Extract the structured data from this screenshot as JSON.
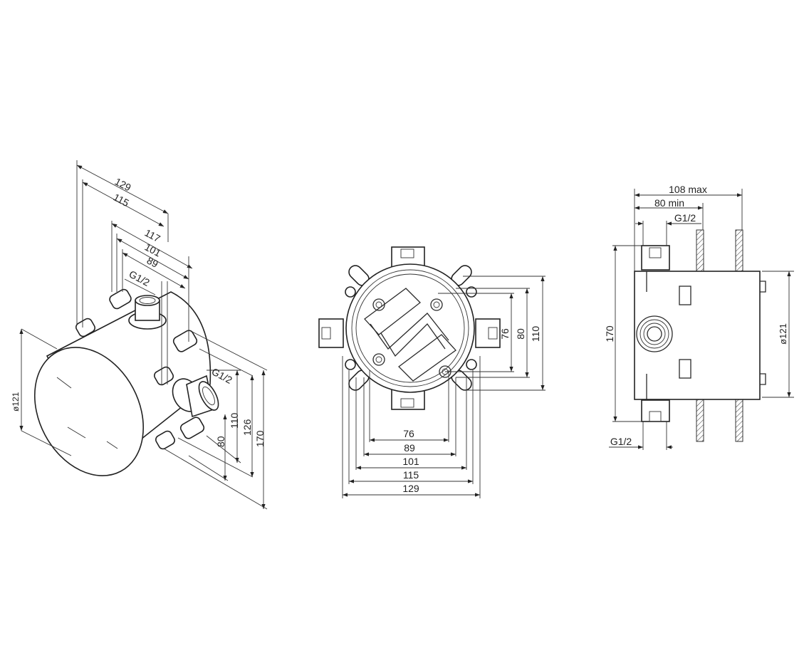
{
  "iso_view": {
    "dim_129": "129",
    "dim_115": "115",
    "dim_117": "117",
    "dim_101": "101",
    "dim_89": "89",
    "thread_top": "G1/2",
    "thread_side": "G1/2",
    "dim_110": "110",
    "dim_126": "126",
    "dim_80": "80",
    "dim_170": "170",
    "dim_dia": "ø121"
  },
  "front_view": {
    "dim_76_h": "76",
    "dim_89_h": "89",
    "dim_101_h": "101",
    "dim_115_h": "115",
    "dim_129_h": "129",
    "dim_76_v": "76",
    "dim_80_v": "80",
    "dim_110_v": "110"
  },
  "side_view": {
    "dim_108max": "108 max",
    "dim_80min": "80 min",
    "thread_top": "G1/2",
    "dim_170": "170",
    "dim_dia": "ø121",
    "thread_bottom": "G1/2"
  }
}
